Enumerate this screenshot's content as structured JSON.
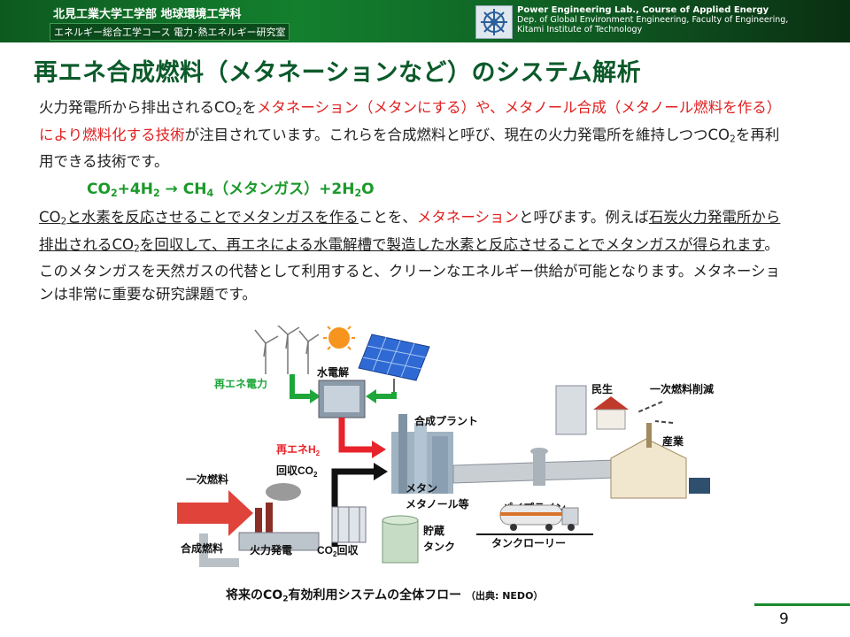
{
  "header": {
    "left_line1": "北見工業大学工学部 地球環境工学科",
    "left_line2": "エネルギー総合工学コース 電力･熱エネルギー研究室",
    "right_line1": "Power Engineering Lab., Course of Applied Energy",
    "right_line2": "Dep. of Global Environment Engineering, Faculty of Engineering,",
    "right_line3": "Kitami Institute of Technology"
  },
  "title": "再エネ合成燃料（メタネーションなど）のシステム解析",
  "para1": {
    "a": "火力発電所から排出されるCO",
    "a_sub": "2",
    "b": "を",
    "c_red": "メタネーション（メタンにする）や、メタノール合成（メタノール燃料を作る）により燃料化する技術",
    "d": "が注目されています。これらを合成燃料と呼び、現在の火力発電所を維持しつつCO",
    "d_sub": "2",
    "e": "を再利用できる技術です。"
  },
  "equation": {
    "p1": "CO",
    "p1_sub": "2",
    "p2": "+4H",
    "p2_sub": "2",
    "arrow": " → ",
    "p3": "CH",
    "p3_sub": "4",
    "p4": "（メタンガス）+2H",
    "p4_sub": "2",
    "p5": "O"
  },
  "para2": {
    "u1a": "CO",
    "u1_sub": "2",
    "u1b": "と水素を反応させることでメタンガスを作る",
    "t1": "ことを、",
    "r1": "メタネーション",
    "t2": "と呼びます。例えば",
    "u2a": "石炭火力発電所から排出されるCO",
    "u2_sub": "2",
    "u2b": "を回収して、再エネによる水電解槽で製造した水素と反応させることでメタンガスが得られます",
    "t3": "。このメタンガスを天然ガスの代替として利用すると、クリーンなエネルギー供給が可能となります。メタネーションは非常に重要な研究課題です。"
  },
  "figure": {
    "renewable_power": "再エネ電力",
    "electrolysis": "水電解",
    "renewable_h2": "再エネH",
    "renewable_h2_sub": "2",
    "recovered_co2": "回収CO",
    "recovered_co2_sub": "2",
    "primary_fuel": "一次燃料",
    "synthetic_fuel": "合成燃料",
    "thermal_power": "火力発電",
    "co2_recovery": "CO",
    "co2_recovery_sub": "2",
    "co2_recovery_tail": "回収",
    "synthesis_plant": "合成プラント",
    "methane": "メタン",
    "methanol": "メタノール等",
    "storage_tank_1": "貯蔵",
    "storage_tank_2": "タンク",
    "pipeline": "パイプライン",
    "tank_lorry": "タンクローリー",
    "residential": "民生",
    "industry": "産業",
    "primary_fuel_reduction": "一次燃料削減"
  },
  "caption": {
    "main_a": "将来のCO",
    "main_sub": "2",
    "main_b": "有効利用システムの全体フロー",
    "source": "（出典: NEDO）"
  },
  "page_number": "9",
  "colors": {
    "brand_green": "#13802e",
    "title_green": "#0b5a2a",
    "accent_red": "#e02020",
    "eq_green": "#1a9a2a"
  }
}
